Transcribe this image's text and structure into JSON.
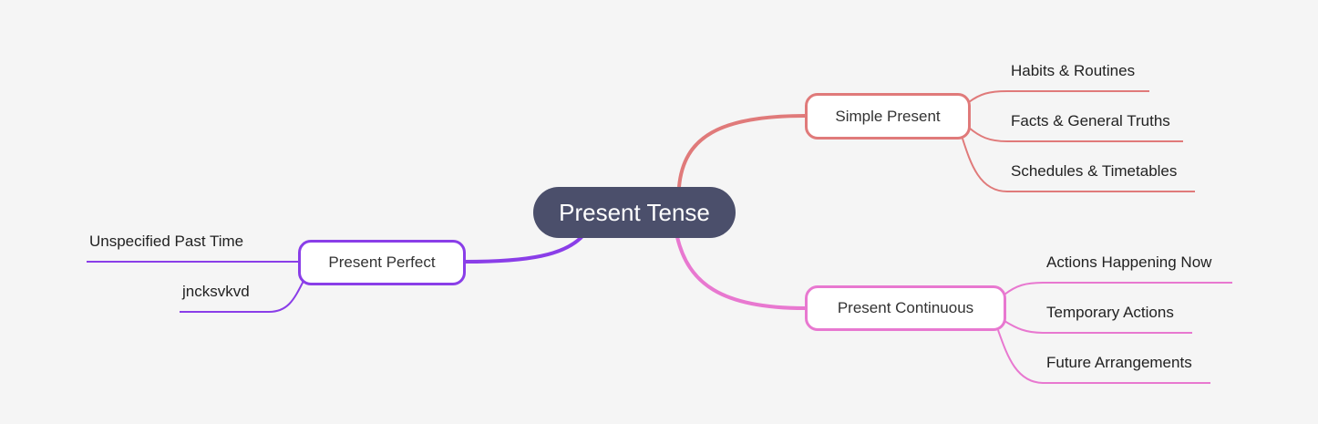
{
  "root": {
    "label": "Present Tense",
    "color": "#4b4f6b"
  },
  "branches": [
    {
      "label": "Simple Present",
      "color": "#e07a7a",
      "children": [
        "Habits & Routines",
        "Facts & General Truths",
        "Schedules & Timetables"
      ]
    },
    {
      "label": "Present Continuous",
      "color": "#e878d0",
      "children": [
        "Actions Happening Now",
        "Temporary Actions",
        "Future Arrangements"
      ]
    },
    {
      "label": "Present Perfect",
      "color": "#8a3ee8",
      "children": [
        "Unspecified Past Time",
        "jncksvkvd"
      ]
    }
  ]
}
